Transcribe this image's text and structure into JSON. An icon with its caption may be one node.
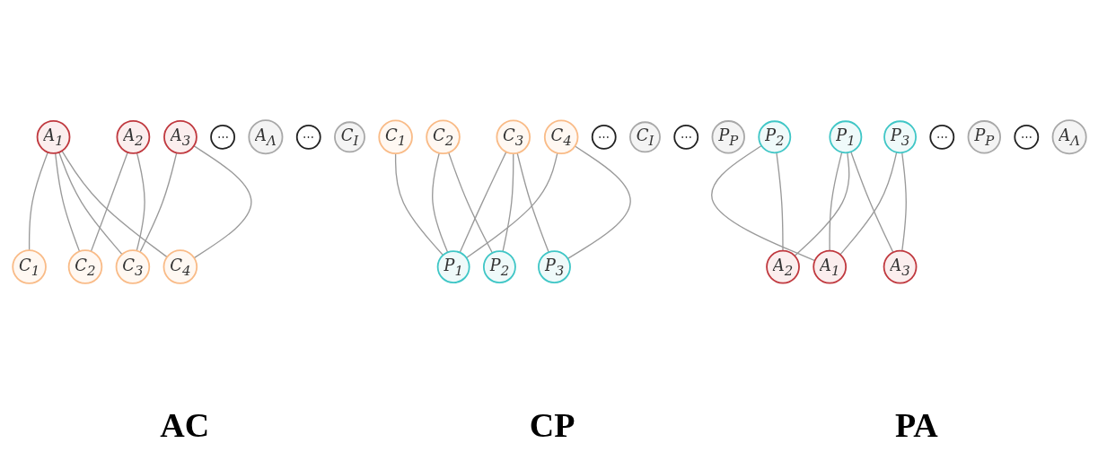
{
  "diagram": {
    "nodes": [
      {
        "text": [
          "A$_{1}$"
        ]
      },
      {
        "text": [
          "A$_{2}$"
        ]
      },
      {
        "text": [
          "A$_{3}$"
        ]
      },
      {
        "text": [
          "⋯"
        ]
      },
      {
        "text": [
          "A$_{Λ}$"
        ]
      },
      {
        "text": [
          "C$_{1}$"
        ]
      },
      {
        "text": [
          "C$_{2}$"
        ]
      },
      {
        "text": [
          "C$_{3}$"
        ]
      },
      {
        "text": [
          "C$_{4}$"
        ]
      },
      {
        "text": [
          "⋯"
        ]
      },
      {
        "text": [
          "C$_{I}$"
        ]
      },
      {
        "text": [
          "C$_{1}$"
        ]
      },
      {
        "text": [
          "C$_{2}$"
        ]
      },
      {
        "text": [
          "C$_{3}$"
        ]
      },
      {
        "text": [
          "C$_{4}$"
        ]
      },
      {
        "text": [
          "⋯"
        ]
      },
      {
        "text": [
          "C$_{I}$"
        ]
      },
      {
        "text": [
          "P$_{1}$"
        ]
      },
      {
        "text": [
          "P$_{2}$"
        ]
      },
      {
        "text": [
          "P$_{3}$"
        ]
      },
      {
        "text": [
          "⋯"
        ]
      },
      {
        "text": [
          "P$_{P}$"
        ]
      },
      {
        "text": [
          "P$_{1}$"
        ]
      },
      {
        "text": [
          "P$_{2}$"
        ]
      },
      {
        "text": [
          "P$_{3}$"
        ]
      },
      {
        "text": [
          "⋯"
        ]
      },
      {
        "text": [
          "P$_{P}$"
        ]
      },
      {
        "text": [
          "A$_{1}$"
        ]
      },
      {
        "text": [
          "A$_{2}$"
        ]
      },
      {
        "text": [
          "A$_{3}$"
        ]
      },
      {
        "text": [
          "⋯"
        ]
      },
      {
        "text": [
          "A$_{Λ}$"
        ]
      }
    ],
    "edges": [
      {
        "from": 0,
        "to": 5,
        "arrow": "none"
      },
      {
        "from": 0,
        "to": 6,
        "arrow": "none"
      },
      {
        "from": 0,
        "to": 7,
        "arrow": "none"
      },
      {
        "from": 0,
        "to": 8,
        "arrow": "none"
      },
      {
        "from": 1,
        "to": 6,
        "arrow": "none"
      },
      {
        "from": 1,
        "to": 7,
        "arrow": "none"
      },
      {
        "from": 2,
        "to": 7,
        "arrow": "none"
      },
      {
        "from": 2,
        "to": 8,
        "arrow": "none"
      },
      {
        "from": 11,
        "to": 17,
        "arrow": "none"
      },
      {
        "from": 12,
        "to": 17,
        "arrow": "none"
      },
      {
        "from": 12,
        "to": 18,
        "arrow": "none"
      },
      {
        "from": 13,
        "to": 17,
        "arrow": "none"
      },
      {
        "from": 13,
        "to": 18,
        "arrow": "none"
      },
      {
        "from": 13,
        "to": 19,
        "arrow": "none"
      },
      {
        "from": 14,
        "to": 17,
        "arrow": "none"
      },
      {
        "from": 14,
        "to": 19,
        "arrow": "none"
      },
      {
        "from": 22,
        "to": 27,
        "arrow": "none"
      },
      {
        "from": 22,
        "to": 28,
        "arrow": "none"
      },
      {
        "from": 22,
        "to": 29,
        "arrow": "none"
      },
      {
        "from": 23,
        "to": 27,
        "arrow": "none"
      },
      {
        "from": 23,
        "to": 28,
        "arrow": "none"
      },
      {
        "from": 24,
        "to": 27,
        "arrow": "none"
      },
      {
        "from": 24,
        "to": 29,
        "arrow": "none"
      }
    ],
    "labels": [
      "AC",
      "CP",
      "PA"
    ]
  }
}
